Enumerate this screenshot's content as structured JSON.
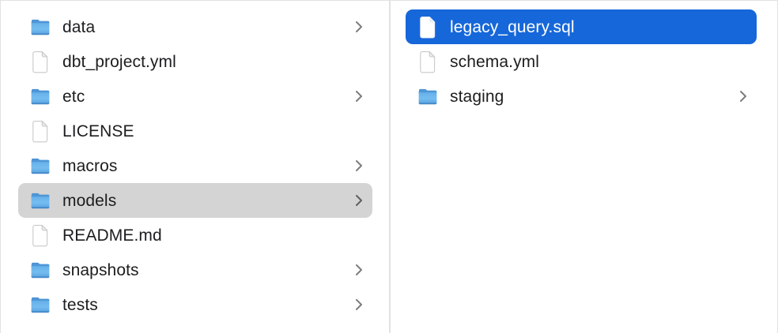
{
  "window": {
    "app": "Finder",
    "view": "column-view"
  },
  "columns": [
    {
      "name": "left",
      "items": [
        {
          "label": "data",
          "type": "folder",
          "chevron": true,
          "selected": "none"
        },
        {
          "label": "dbt_project.yml",
          "type": "file",
          "chevron": false,
          "selected": "none"
        },
        {
          "label": "etc",
          "type": "folder",
          "chevron": true,
          "selected": "none"
        },
        {
          "label": "LICENSE",
          "type": "file",
          "chevron": false,
          "selected": "none"
        },
        {
          "label": "macros",
          "type": "folder",
          "chevron": true,
          "selected": "none"
        },
        {
          "label": "models",
          "type": "folder",
          "chevron": true,
          "selected": "inactive"
        },
        {
          "label": "README.md",
          "type": "file",
          "chevron": false,
          "selected": "none"
        },
        {
          "label": "snapshots",
          "type": "folder",
          "chevron": true,
          "selected": "none"
        },
        {
          "label": "tests",
          "type": "folder",
          "chevron": true,
          "selected": "none"
        }
      ]
    },
    {
      "name": "right",
      "items": [
        {
          "label": "legacy_query.sql",
          "type": "file",
          "chevron": false,
          "selected": "active"
        },
        {
          "label": "schema.yml",
          "type": "file",
          "chevron": false,
          "selected": "none"
        },
        {
          "label": "staging",
          "type": "folder",
          "chevron": true,
          "selected": "none"
        }
      ]
    }
  ],
  "icons": {
    "folder": "blue-folder-icon",
    "file": "document-icon",
    "chevron": "chevron-right-icon"
  },
  "colors": {
    "selection_active": "#1667d9",
    "selection_inactive": "#d4d4d4",
    "text": "#1d1d1f",
    "text_selected": "#ffffff",
    "divider": "#e2e2e2",
    "chevron": "#7d7d7d",
    "folder_blue_body": "#75bdf0",
    "folder_blue_dark": "#4f97d7"
  }
}
